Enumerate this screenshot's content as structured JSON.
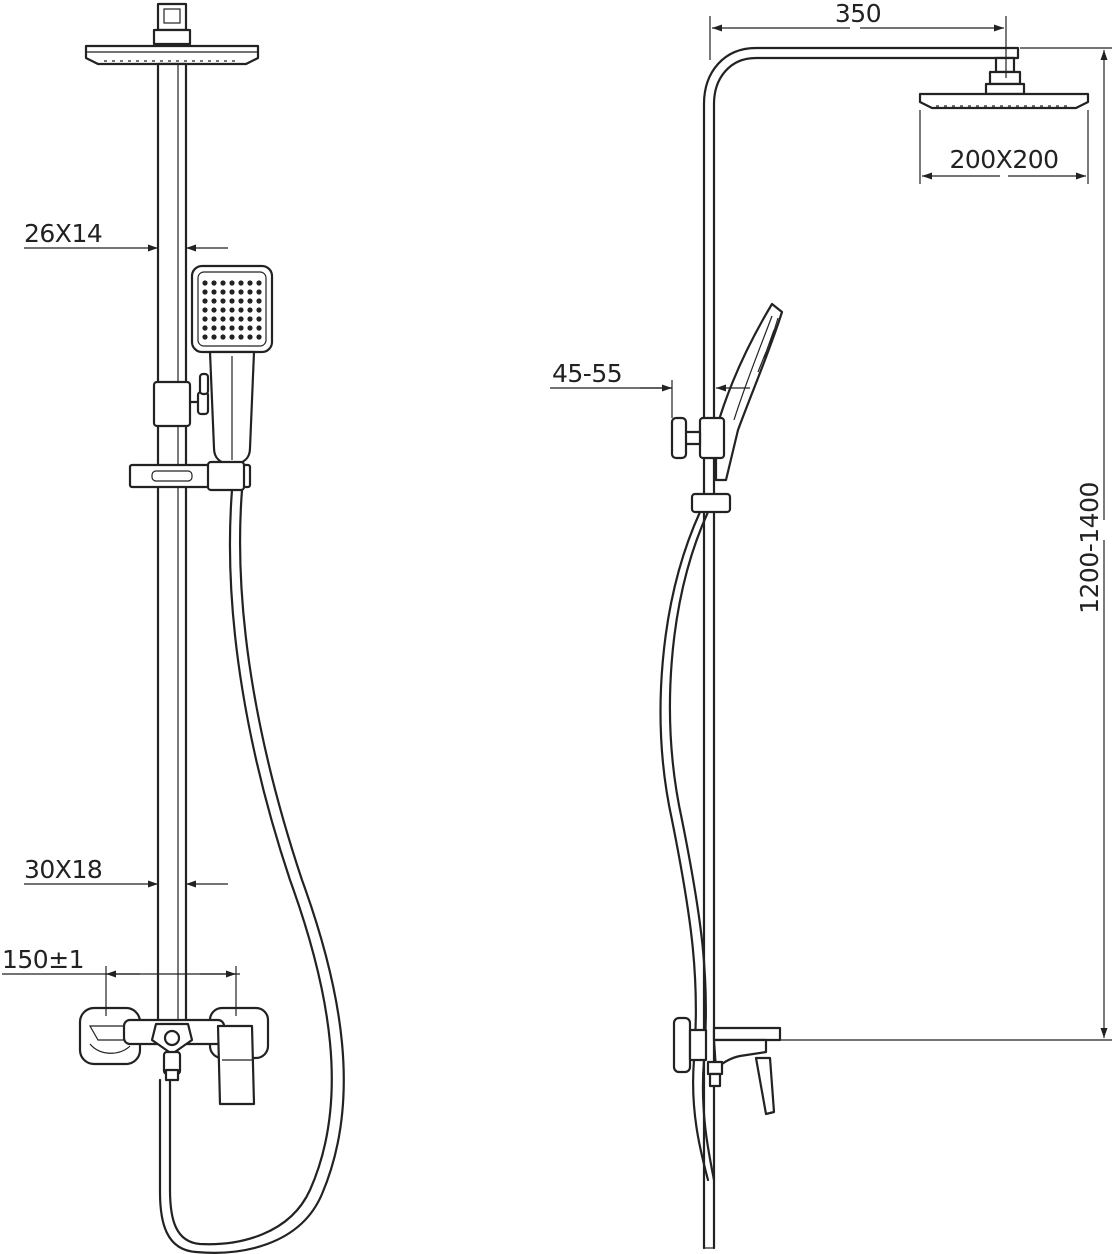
{
  "dimensions": {
    "rail_section_upper": "26X14",
    "rail_section_lower": "30X18",
    "inlet_spacing": "150±1",
    "slider_range": "45-55",
    "arm_length": "350",
    "head_size": "200X200",
    "total_height": "1200-1400"
  }
}
